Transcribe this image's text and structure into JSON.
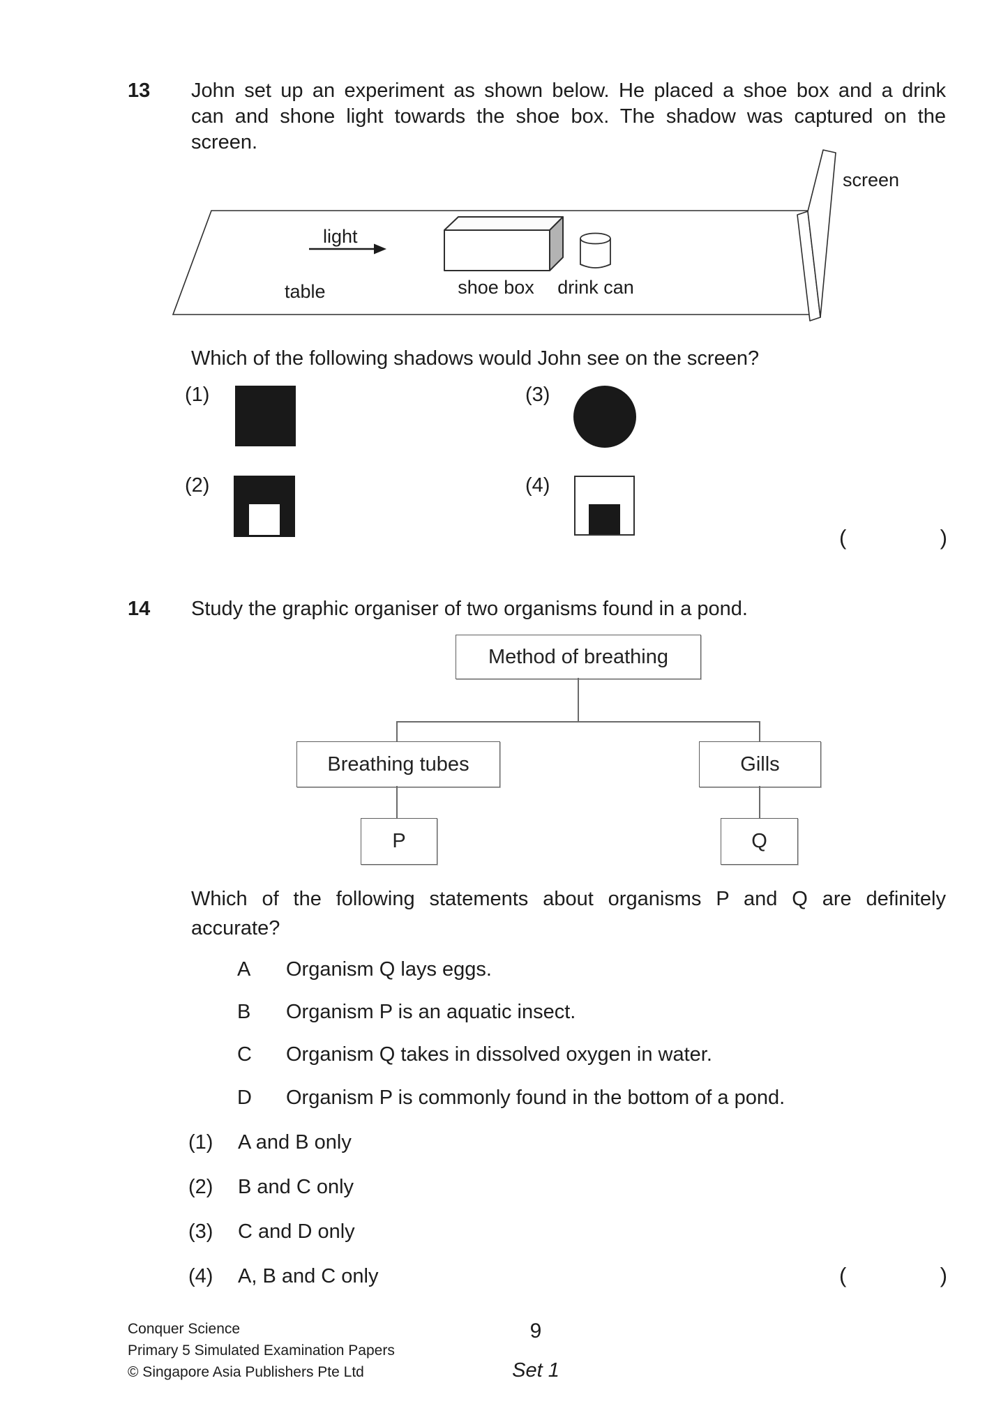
{
  "q13": {
    "number": "13",
    "text_lines": [
      "John set up an experiment as shown below. He placed a shoe box and a drink",
      "can and shone light towards the shoe box. The shadow was captured on the",
      "screen."
    ],
    "diagram_labels": {
      "light": "light",
      "table": "table",
      "shoe_box": "shoe box",
      "drink_can": "drink can",
      "screen": "screen"
    },
    "question": "Which of the following shadows would John see on the screen?",
    "option_numbers": [
      "(1)",
      "(2)",
      "(3)",
      "(4)"
    ],
    "option_shapes": [
      "solid-black-square",
      "black-square-with-white-notch-at-bottom",
      "solid-black-circle",
      "white-square-with-small-black-rectangle-at-bottom"
    ],
    "answer_bracket": {
      "open": "(",
      "close": ")"
    }
  },
  "q14": {
    "number": "14",
    "intro": "Study the graphic organiser of two organisms found in a pond.",
    "organiser": {
      "root": "Method of breathing",
      "branch_left": "Breathing tubes",
      "branch_right": "Gills",
      "leaf_left": "P",
      "leaf_right": "Q"
    },
    "question_lines": [
      "Which of the following statements about organisms P and Q are definitely",
      "accurate?"
    ],
    "statements": [
      {
        "letter": "A",
        "text": "Organism Q lays eggs."
      },
      {
        "letter": "B",
        "text": "Organism P is an aquatic insect."
      },
      {
        "letter": "C",
        "text": "Organism Q takes in dissolved oxygen in water."
      },
      {
        "letter": "D",
        "text": "Organism P is commonly found in the bottom of a pond."
      }
    ],
    "options": [
      {
        "num": "(1)",
        "text": "A and B only"
      },
      {
        "num": "(2)",
        "text": "B and C only"
      },
      {
        "num": "(3)",
        "text": "C and D only"
      },
      {
        "num": "(4)",
        "text": "A, B and C only"
      }
    ],
    "answer_bracket": {
      "open": "(",
      "close": ")"
    }
  },
  "footer": {
    "left_lines": [
      "Conquer Science",
      "Primary 5 Simulated Examination Papers",
      "© Singapore Asia Publishers Pte Ltd"
    ],
    "page_number": "9",
    "set_label": "Set 1"
  }
}
